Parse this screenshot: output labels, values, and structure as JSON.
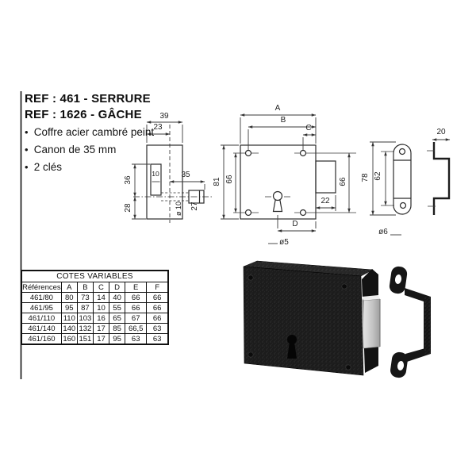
{
  "product": {
    "ref_line1": "REF : 461 - SERRURE",
    "ref_line2": "REF : 1626 - GÂCHE",
    "features": [
      "Coffre acier cambré peint",
      "Canon de 35 mm",
      "2 clés"
    ]
  },
  "drawings": {
    "side_view": {
      "width_top": "39",
      "width_inner": "23",
      "follower": "10",
      "height_upper": "36",
      "height_lower": "28",
      "canon_offset": "35",
      "canon_dia": "ø 10",
      "canon_pos": "27"
    },
    "front_view": {
      "dim_a": "A",
      "dim_b": "B",
      "dim_c": "C",
      "height_total": "81",
      "hole_spacing_left": "66",
      "hole_spacing_right": "66",
      "bolt_width": "22",
      "dim_d": "D",
      "hole_dia": "ø5"
    },
    "strike_view": {
      "height_total": "78",
      "hole_spacing": "62",
      "hole_dia": "ø6",
      "profile_width": "20"
    }
  },
  "table": {
    "title": "COTES VARIABLES",
    "columns": [
      "Références",
      "A",
      "B",
      "C",
      "D",
      "E",
      "F"
    ],
    "rows": [
      [
        "461/80",
        "80",
        "73",
        "14",
        "40",
        "66",
        "66"
      ],
      [
        "461/95",
        "95",
        "87",
        "10",
        "55",
        "66",
        "66"
      ],
      [
        "461/110",
        "110",
        "103",
        "16",
        "65",
        "67",
        "66"
      ],
      [
        "461/140",
        "140",
        "132",
        "17",
        "85",
        "66,5",
        "63"
      ],
      [
        "461/160",
        "160",
        "151",
        "17",
        "95",
        "63",
        "63"
      ]
    ]
  },
  "colors": {
    "line": "#2b2b2b",
    "dim_line": "#3a3a3a",
    "paper": "#ffffff",
    "lock_paint": "#1c1c1c",
    "bolt_metal": "#c9c9c9"
  }
}
